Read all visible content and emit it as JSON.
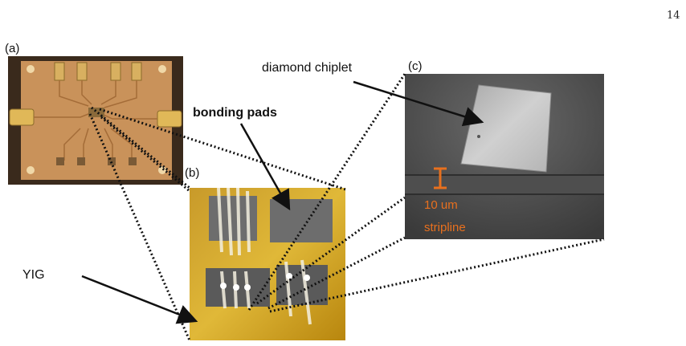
{
  "page_number": "14",
  "panels": {
    "a": {
      "label": "(a)"
    },
    "b": {
      "label": "(b)"
    },
    "c": {
      "label": "(c)"
    }
  },
  "annotations": {
    "diamond_chiplet": "diamond chiplet",
    "bonding_pads": "bonding pads",
    "yig": "YIG",
    "scale_bar": "10 um",
    "stripline": "stripline"
  },
  "colors": {
    "scale_bar": "#e8701e",
    "board_gold": "#c9925a",
    "microscope_gold": "#d9a818",
    "microscope_gray": "#6d6d6d"
  }
}
